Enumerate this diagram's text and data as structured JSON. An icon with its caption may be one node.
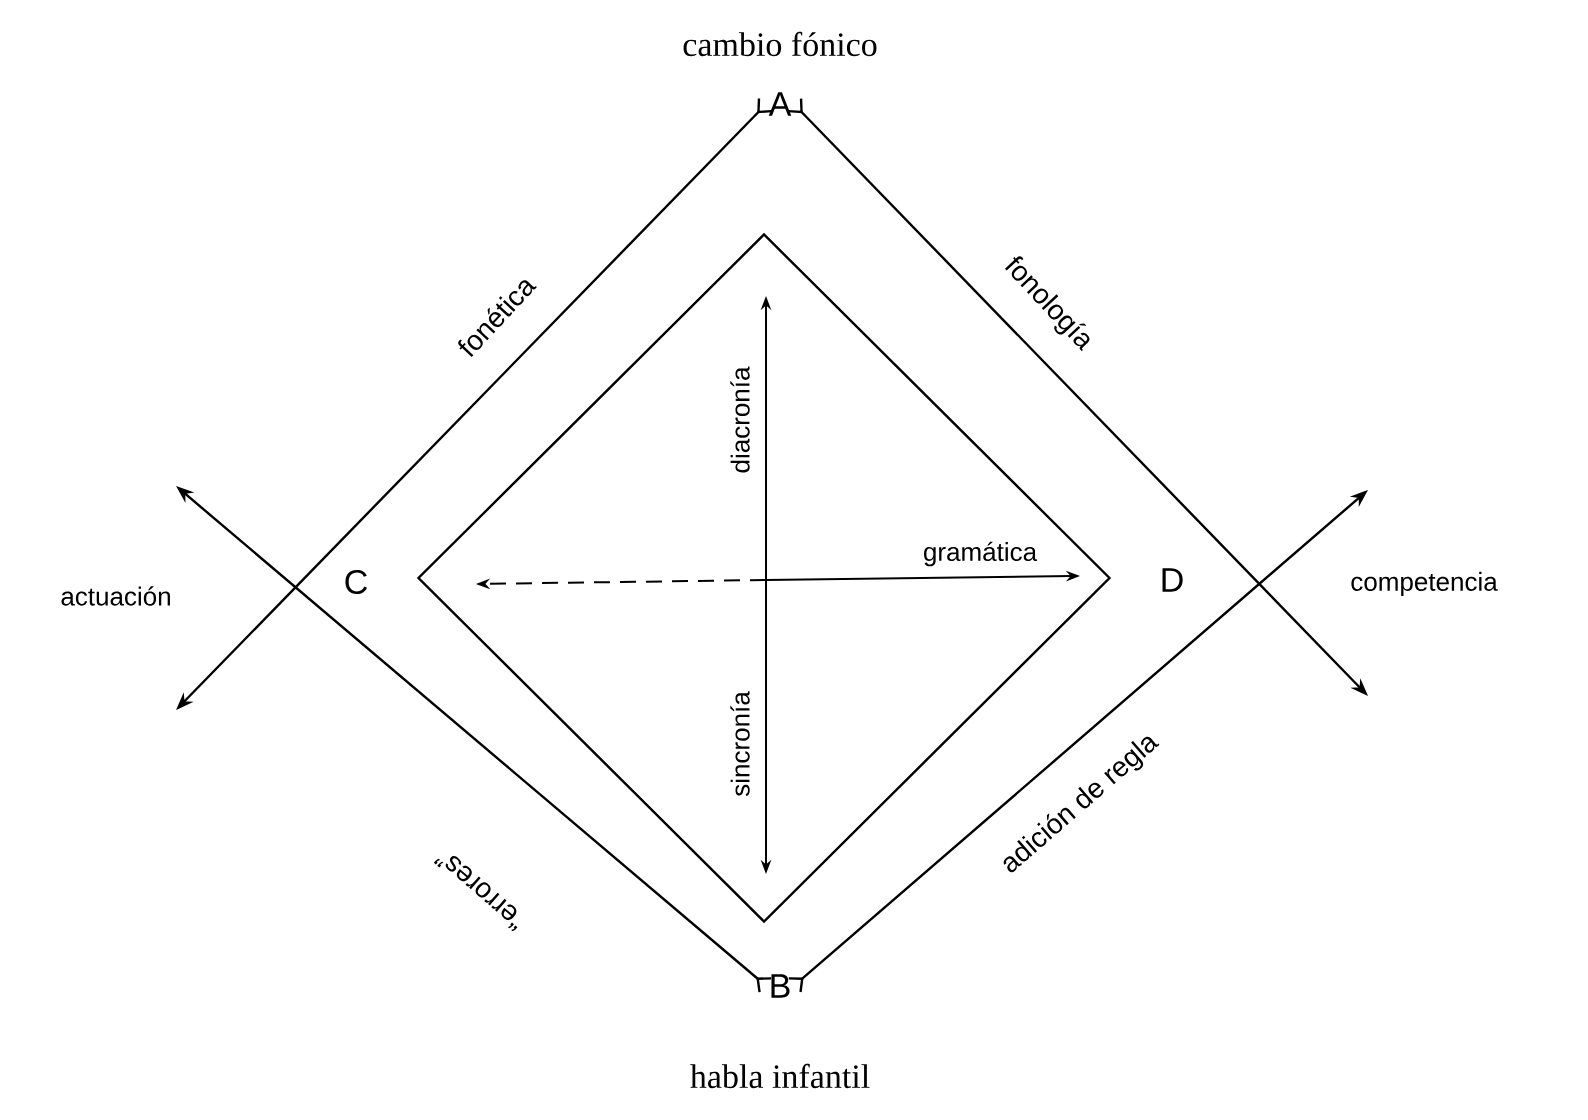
{
  "diagram": {
    "nodes": [
      {
        "text": [
          "A"
        ],
        "beside": [
          "cambio fónico"
        ]
      },
      {
        "text": [
          "B"
        ],
        "beside": [
          "habla infantil"
        ]
      },
      {
        "text": [
          "C"
        ]
      },
      {
        "text": [
          "D"
        ]
      },
      {
        "text": [],
        "shape": "diamond"
      }
    ],
    "edges": [
      {
        "from": 0,
        "to": null,
        "arrow": "to",
        "label": "fonética"
      },
      {
        "from": 0,
        "to": null,
        "arrow": "to",
        "label": "fonología"
      },
      {
        "from": 1,
        "to": null,
        "arrow": "to",
        "label": "“errores”"
      },
      {
        "from": 1,
        "to": null,
        "arrow": "to",
        "label": "adición de regla"
      }
    ],
    "labels": [
      "diacronía",
      "actuación",
      "gramática",
      "competencia",
      "sincronía"
    ]
  }
}
